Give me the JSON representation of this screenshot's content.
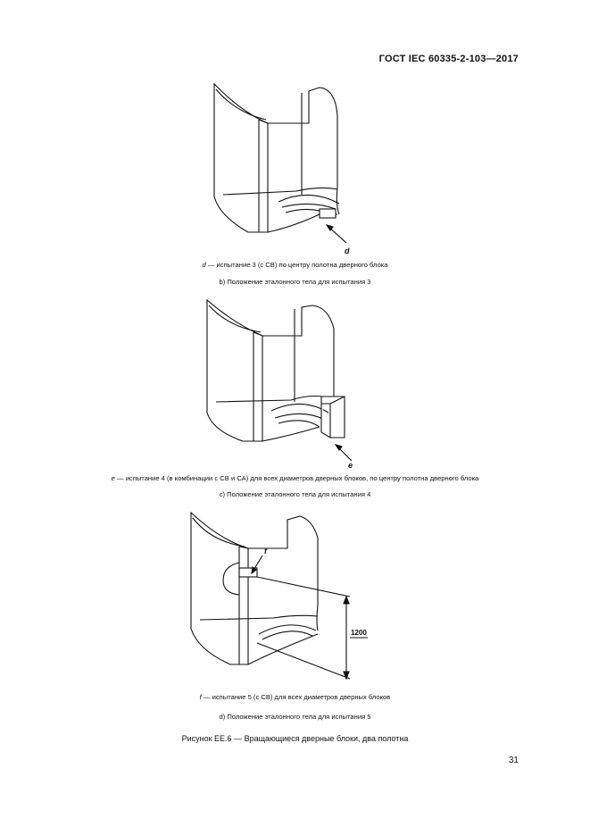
{
  "header": {
    "standard": "ГОСТ IEC 60335-2-103—2017"
  },
  "figures": [
    {
      "id": "b",
      "label": "d",
      "legend_letter": "d",
      "legend_text": " — испытание 3 (с СВ) по центру полотна дверного блока",
      "caption": "b) Положение эталонного тела для испытания 3"
    },
    {
      "id": "c",
      "label": "e",
      "legend_letter": "e",
      "legend_text": " — испытание 4 (в комбинации с СВ и СА) для всех диаметров дверных блоков, по центру полотна дверного блока",
      "caption": "c) Положение эталонного тела для испытания 4"
    },
    {
      "id": "d",
      "label": "f",
      "dimension": "1200",
      "legend_letter": "f",
      "legend_text": " — испытание 5 (с СВ) для всех диаметров дверных блоков",
      "caption": "d) Положение эталонного тела для испытания 5"
    }
  ],
  "figure_title": "Рисунок ЕЕ.6 — Вращающиеся дверные блоки, два полотна",
  "page_number": "31"
}
